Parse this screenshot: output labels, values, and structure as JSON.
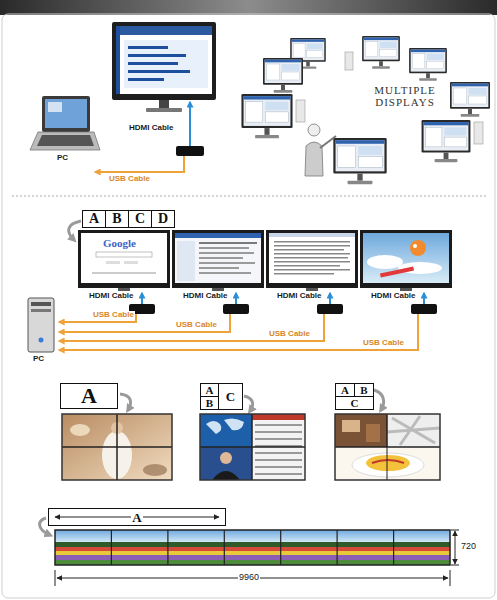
{
  "diagram": {
    "nodes": [
      {
        "text": [
          "A"
        ]
      },
      {
        "text": [
          "B"
        ]
      },
      {
        "text": [
          "C"
        ]
      },
      {
        "text": [
          "D"
        ]
      },
      {
        "text": [
          "A"
        ]
      },
      {
        "text": [
          "A"
        ]
      },
      {
        "text": [
          "B"
        ]
      },
      {
        "text": [
          "C"
        ]
      },
      {
        "text": [
          "A"
        ]
      },
      {
        "text": [
          "B"
        ]
      },
      {
        "text": [
          "C"
        ]
      },
      {
        "text": [
          "A"
        ]
      }
    ],
    "labels": [
      "HDMI Cable",
      "PC",
      "USB Cable",
      "MULTIPLE DISPLAYS",
      "Google",
      "HDMI Cable",
      "HDMI Cable",
      "HDMI Cable",
      "HDMI Cable",
      "USB Cable",
      "USB Cable",
      "USB Cable",
      "USB Cable",
      "PC",
      "720",
      "9960"
    ]
  }
}
